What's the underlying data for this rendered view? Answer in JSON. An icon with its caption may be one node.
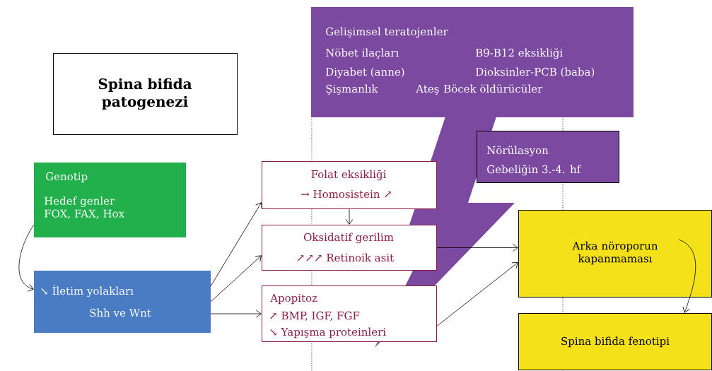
{
  "diagram": {
    "nodes": [
      {
        "text": [
          "Spina bifida patogenezi"
        ]
      },
      {
        "text": [
          "Gelişimsel teratojenler",
          "Nöbet ilaçları",
          "B9-B12 eksikliği",
          "Diyabet (anne)",
          "Dioksinler-PCB (baba)",
          "Şişmanlık",
          "Ateş",
          "Böcek öldürücüler"
        ]
      },
      {
        "text": [
          "Genotip",
          "Hedef genler FOX, FAX, Hox"
        ]
      },
      {
        "text": [
          "↘ İletim yolakları",
          "Shh ve Wnt"
        ]
      },
      {
        "text": [
          "Folat eksikliği",
          "→ Homosistein ↗"
        ]
      },
      {
        "text": [
          "Oksidatif gerilim",
          "↗↗↗ Retinoik asit"
        ]
      },
      {
        "text": [
          "Apopitoz",
          "↗ BMP, IGF, FGF",
          "↘ Yapışma proteinleri"
        ]
      },
      {
        "text": [
          "Nörülasyon",
          "Gebeliğin 3.-4. hf"
        ]
      },
      {
        "text": [
          "Arka nöroporun kapanmaması"
        ]
      },
      {
        "text": [
          "Spina bifida fenotipi"
        ]
      }
    ],
    "edges": [
      {
        "from": 2,
        "to": 3,
        "arrow": "to"
      },
      {
        "from": 3,
        "to": 4,
        "arrow": "to"
      },
      {
        "from": 3,
        "to": 5,
        "arrow": "to"
      },
      {
        "from": 3,
        "to": 6,
        "arrow": "to"
      },
      {
        "from": 4,
        "to": 5,
        "arrow": "to"
      },
      {
        "from": 5,
        "to": 8,
        "arrow": "to"
      },
      {
        "from": 6,
        "to": 8,
        "arrow": "to"
      },
      {
        "from": 8,
        "to": 9,
        "arrow": "to"
      },
      {
        "from": 1,
        "to": 6,
        "arrow": "to",
        "style": "thick",
        "color": "#7b4aa0"
      }
    ]
  }
}
